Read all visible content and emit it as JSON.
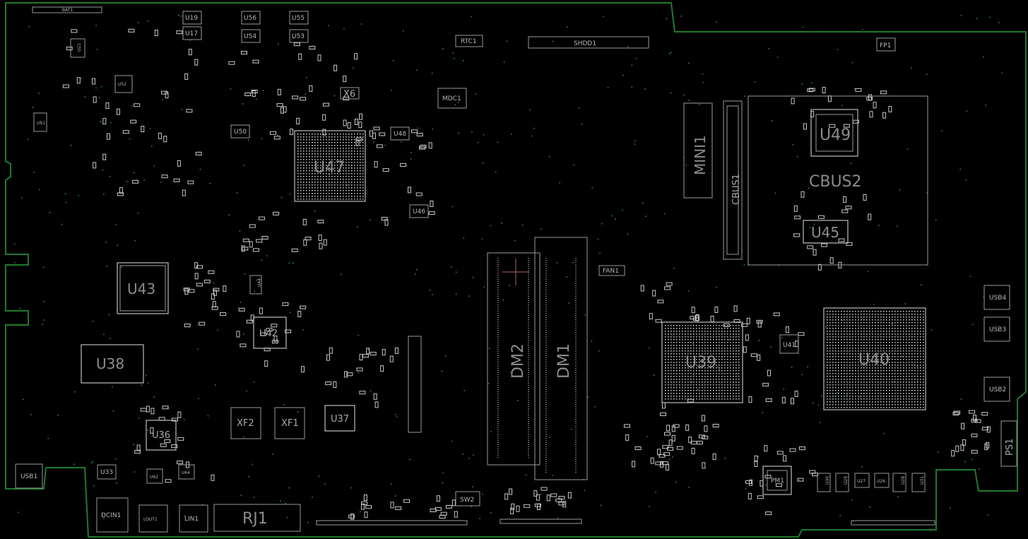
{
  "board": {
    "components": {
      "BAT1": "BAT1",
      "U19": "U19",
      "U17": "U17",
      "U56": "U56",
      "U54": "U54",
      "U55": "U55",
      "U53": "U53",
      "U21": "U21",
      "U52": "U52",
      "U51": "U51",
      "U50": "U50",
      "U48": "U48",
      "U46": "U46",
      "U47": "U47",
      "X6": "X6",
      "RTC1": "RTC1",
      "MDC1": "MDC1",
      "SHDD1": "SHDD1",
      "FP1": "FP1",
      "MINI1": "MINI1",
      "CBUS1": "CBUS1",
      "CBUS2": "CBUS2",
      "U49": "U49",
      "U45": "U45",
      "U43": "U43",
      "U44": "U44",
      "U42": "U42",
      "U38": "U38",
      "U36": "U36",
      "XF2": "XF2",
      "XF1": "XF1",
      "U37": "U37",
      "DM2": "DM2",
      "DM1": "DM1",
      "FAN1": "FAN1",
      "U39": "U39",
      "U41": "U41",
      "U40": "U40",
      "USB4": "USB4",
      "USB3": "USB3",
      "USB2": "USB2",
      "USB1": "USB1",
      "PS1": "PS1",
      "U33": "U33",
      "U62": "U62",
      "U64": "U64",
      "DCIN1": "DCIN1",
      "LOUT1": "LOUT1",
      "LIN1": "LIN1",
      "RJ1": "RJ1",
      "SW2": "SW2",
      "PM1": "PM1",
      "U30": "U30",
      "U29": "U29",
      "U27": "U27",
      "U26": "U26",
      "U28": "U28",
      "U31": "U31"
    }
  }
}
